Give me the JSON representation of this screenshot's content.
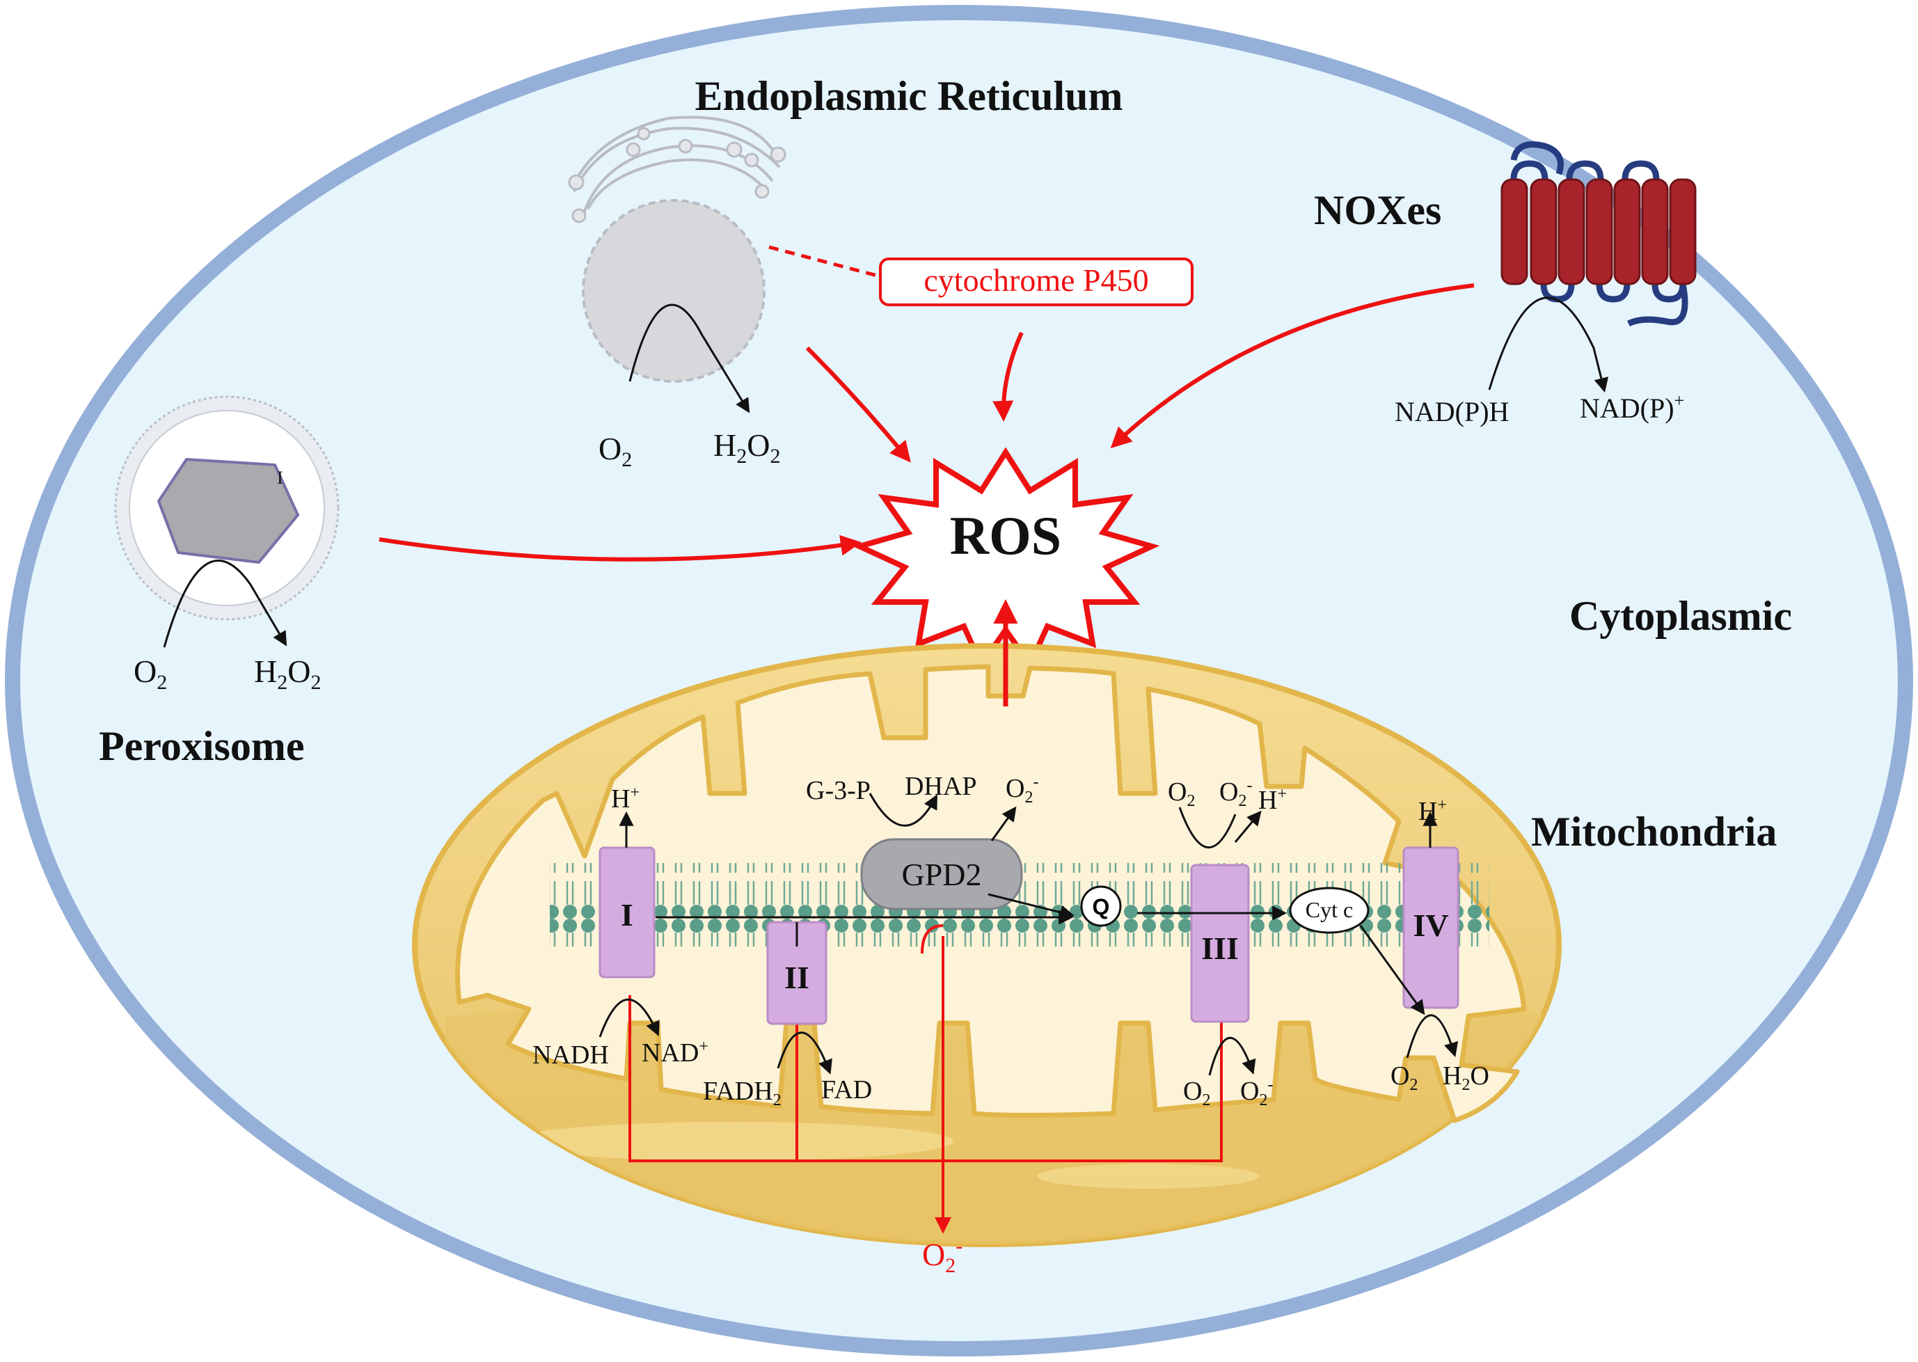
{
  "labels": {
    "er": "Endoplasmic Reticulum",
    "noxes": "NOXes",
    "cyp": "cytochrome P450",
    "ros": "ROS",
    "cytoplasmic": "Cytoplasmic",
    "peroxisome": "Peroxisome",
    "mitochondria": "Mitochondria",
    "perox_inner_mark": "I"
  },
  "er_reaction": {
    "left": "O",
    "left_sub": "2",
    "right_a": "H",
    "right_sub1": "2",
    "right_b": "O",
    "right_sub2": "2"
  },
  "perox_reaction": {
    "left": "O",
    "left_sub": "2",
    "right_a": "H",
    "right_sub1": "2",
    "right_b": "O",
    "right_sub2": "2"
  },
  "nox_reaction": {
    "left": "NAD(P)H",
    "right": "NAD(P)",
    "right_sup": "+"
  },
  "etc": {
    "complex1": "I",
    "complex2": "II",
    "complex3": "III",
    "complex4": "IV",
    "gpd2": "GPD2",
    "q": "Q",
    "cytc": "Cyt c",
    "g3p": "G-3-P",
    "dhap": "DHAP",
    "o2_gpd_base": "O",
    "o2_gpd_sub": "2",
    "o2_gpd_sup": "-",
    "h1_base": "H",
    "h1_sup": "+",
    "nadh": "NADH",
    "nad_base": "NAD",
    "nad_sup": "+",
    "fadh2_base": "FADH",
    "fadh2_sub": "2",
    "fad": "FAD",
    "c3_top_o2_base": "O",
    "c3_top_o2_sub": "2",
    "c3_top_o2m_base": "O",
    "c3_top_o2m_sub": "2",
    "c3_top_o2m_sup": "-",
    "h3_base": "H",
    "h3_sup": "+",
    "c3_bot_o2_base": "O",
    "c3_bot_o2_sub": "2",
    "c3_bot_o2m_base": "O",
    "c3_bot_o2m_sub": "2",
    "c3_bot_o2m_sup": "-",
    "h4_base": "H",
    "h4_sup": "+",
    "c4_o2_base": "O",
    "c4_o2_sub": "2",
    "h2o_base": "H",
    "h2o_sub": "2",
    "h2o_tail": "O",
    "out_o2_base": "O",
    "out_o2_sub": "2",
    "out_o2_sup": "-"
  },
  "colors": {
    "cell_membrane": "#94afd8",
    "cytoplasm": "#e6f4fc",
    "red": "#ee1111",
    "mito_outer": "#e2b64a",
    "mito_fill": "#f3d684",
    "mito_matrix": "#fdf3d9",
    "lipid_head": "#5a9e8a",
    "complex": "#d5ace0",
    "complex_edge": "#b98dc6",
    "gpd2": "#a7a9ad",
    "nox": "#a8242a",
    "nox_loop": "#253c80",
    "organelle_gray": "#d6d8dc"
  }
}
